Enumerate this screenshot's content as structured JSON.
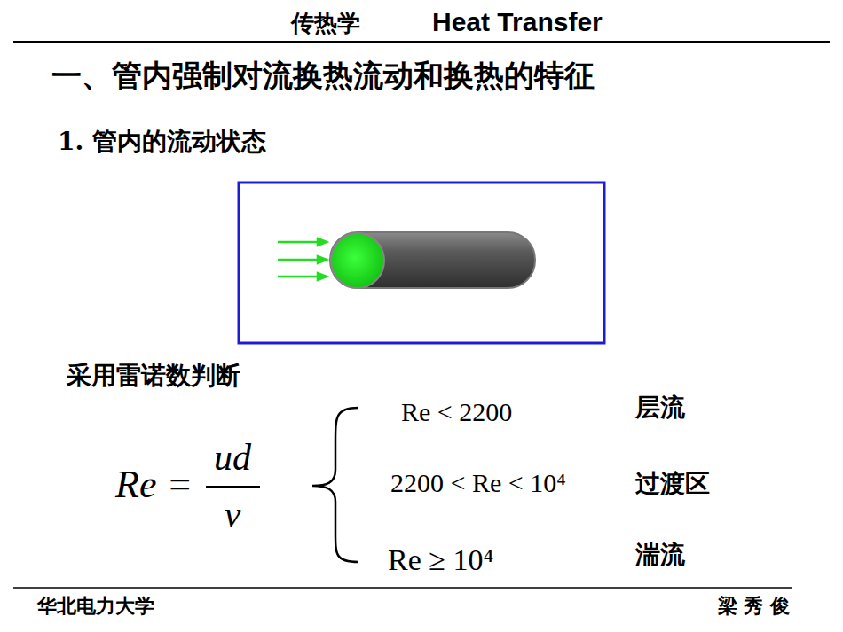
{
  "diagram": {
    "title": "一、管内强制对流换热流动和换热的特征",
    "labels": [
      "传热学",
      "Heat Transfer",
      "1. 管内的流动状态",
      "采用雷诺数判断",
      "Re =",
      "ud",
      "ν",
      "Re < 2200",
      "层流",
      "2200 < Re < 10⁴",
      "过渡区",
      "Re ≥ 10⁴",
      "湍流",
      "华北电力大学",
      "梁 秀 俊"
    ]
  }
}
